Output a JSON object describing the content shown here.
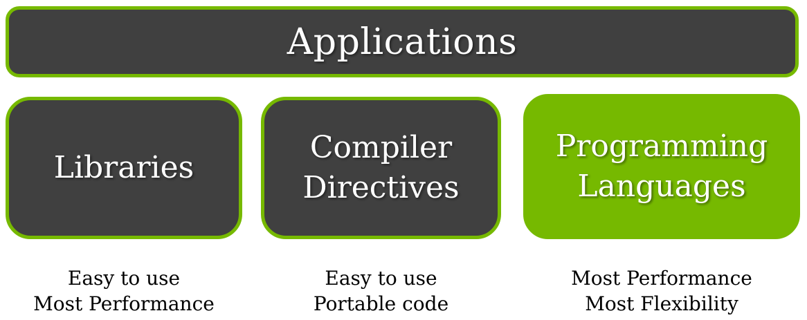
{
  "colors": {
    "accent_green": "#76b900",
    "box_dark": "#404040",
    "box_text": "#ffffff",
    "caption_text": "#000000"
  },
  "top": {
    "label": "Applications"
  },
  "tiers": [
    {
      "lines": [
        "Libraries"
      ],
      "captions": [
        "Easy to use",
        "Most Performance"
      ],
      "highlighted": false
    },
    {
      "lines": [
        "Compiler",
        "Directives"
      ],
      "captions": [
        "Easy to use",
        "Portable code"
      ],
      "highlighted": false
    },
    {
      "lines": [
        "Programming",
        "Languages"
      ],
      "captions": [
        "Most Performance",
        "Most Flexibility"
      ],
      "highlighted": true
    }
  ]
}
